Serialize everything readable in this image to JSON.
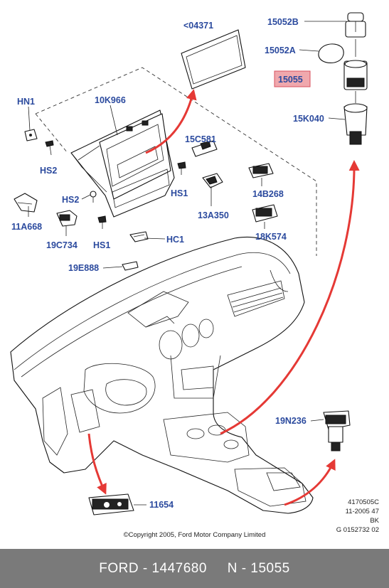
{
  "callouts": {
    "c04371": "<04371",
    "c15052B": "15052B",
    "c15052A": "15052A",
    "c15055": "15055",
    "c15K040": "15K040",
    "cHN1": "HN1",
    "c10K966": "10K966",
    "cHS2a": "HS2",
    "c15C581": "15C581",
    "cHS1a": "HS1",
    "c14B268": "14B268",
    "cHS2b": "HS2",
    "c13A350": "13A350",
    "c11A668": "11A668",
    "c19C734": "19C734",
    "cHS1b": "HS1",
    "cHC1": "HC1",
    "c18K574": "18K574",
    "c19E888": "19E888",
    "c19N236": "19N236",
    "c11654": "11654"
  },
  "meta_lines": [
    "4170505C",
    "11-2005 47",
    "BK",
    "G 0152732 02"
  ],
  "copyright": "©Copyright 2005, Ford Motor Company Limited",
  "footer": "FORD - 1447680     N - 15055",
  "colors": {
    "label": "#2b4a9e",
    "highlight_fill": "#f0a8ad",
    "arrow": "#e53935",
    "footer_bg": "#7a7a7a"
  },
  "icons": [
    "red-callout-arrow",
    "hex-bolt-icon",
    "clip-icon",
    "switch-icon"
  ]
}
